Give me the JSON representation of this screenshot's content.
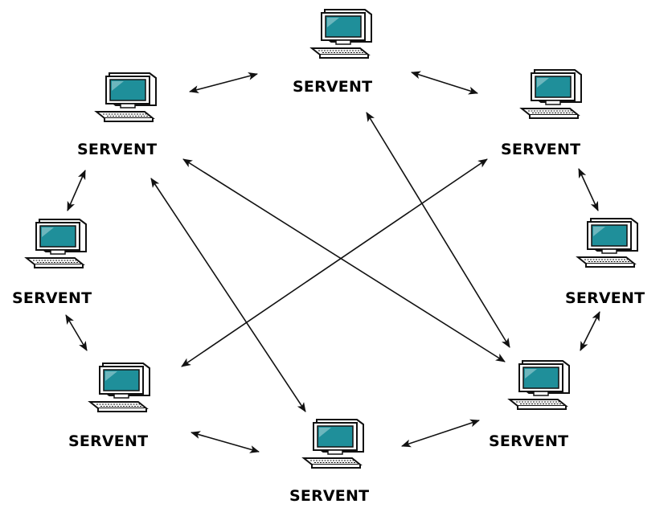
{
  "diagram": {
    "node_label": "SERVENT",
    "nodes": [
      {
        "id": "top",
        "label": "SERVENT"
      },
      {
        "id": "upper-left",
        "label": "SERVENT"
      },
      {
        "id": "upper-right",
        "label": "SERVENT"
      },
      {
        "id": "left",
        "label": "SERVENT"
      },
      {
        "id": "right",
        "label": "SERVENT"
      },
      {
        "id": "lower-left",
        "label": "SERVENT"
      },
      {
        "id": "lower-right",
        "label": "SERVENT"
      },
      {
        "id": "bottom",
        "label": "SERVENT"
      }
    ],
    "connections": [
      {
        "from": "upper-left",
        "to": "top"
      },
      {
        "from": "top",
        "to": "upper-right"
      },
      {
        "from": "upper-right",
        "to": "right"
      },
      {
        "from": "right",
        "to": "lower-right"
      },
      {
        "from": "lower-right",
        "to": "bottom"
      },
      {
        "from": "bottom",
        "to": "lower-left"
      },
      {
        "from": "lower-left",
        "to": "left"
      },
      {
        "from": "left",
        "to": "upper-left"
      },
      {
        "from": "upper-left",
        "to": "lower-right"
      },
      {
        "from": "upper-left",
        "to": "bottom"
      },
      {
        "from": "top",
        "to": "lower-right"
      },
      {
        "from": "upper-right",
        "to": "lower-left"
      }
    ],
    "colors": {
      "screen": "#1f8f9a",
      "casing": "#ffffff",
      "outline": "#111111",
      "arrow": "#111111"
    }
  }
}
